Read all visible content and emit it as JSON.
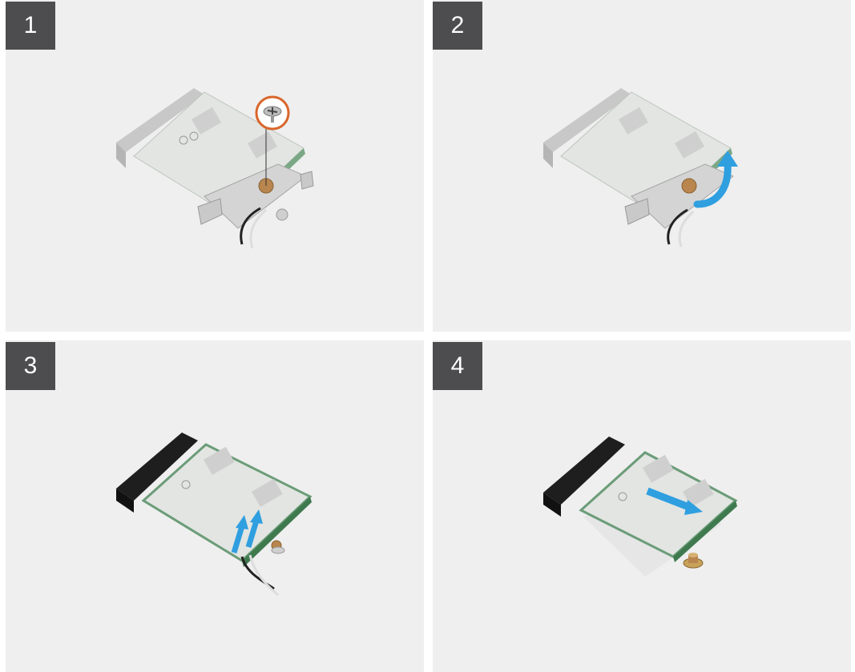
{
  "steps": [
    {
      "number": "1"
    },
    {
      "number": "2"
    },
    {
      "number": "3"
    },
    {
      "number": "4"
    }
  ],
  "colors": {
    "panel_background": "#efefef",
    "badge_background": "#4d4d4f",
    "badge_text": "#ffffff",
    "callout_ring": "#d9662a",
    "direction_arrow": "#2f9fe0",
    "card_pcb_green": "#3f7a4f"
  },
  "icons": [
    "screw-icon",
    "rotate-arrow-icon",
    "lift-arrow-icon",
    "slide-arrow-icon"
  ]
}
